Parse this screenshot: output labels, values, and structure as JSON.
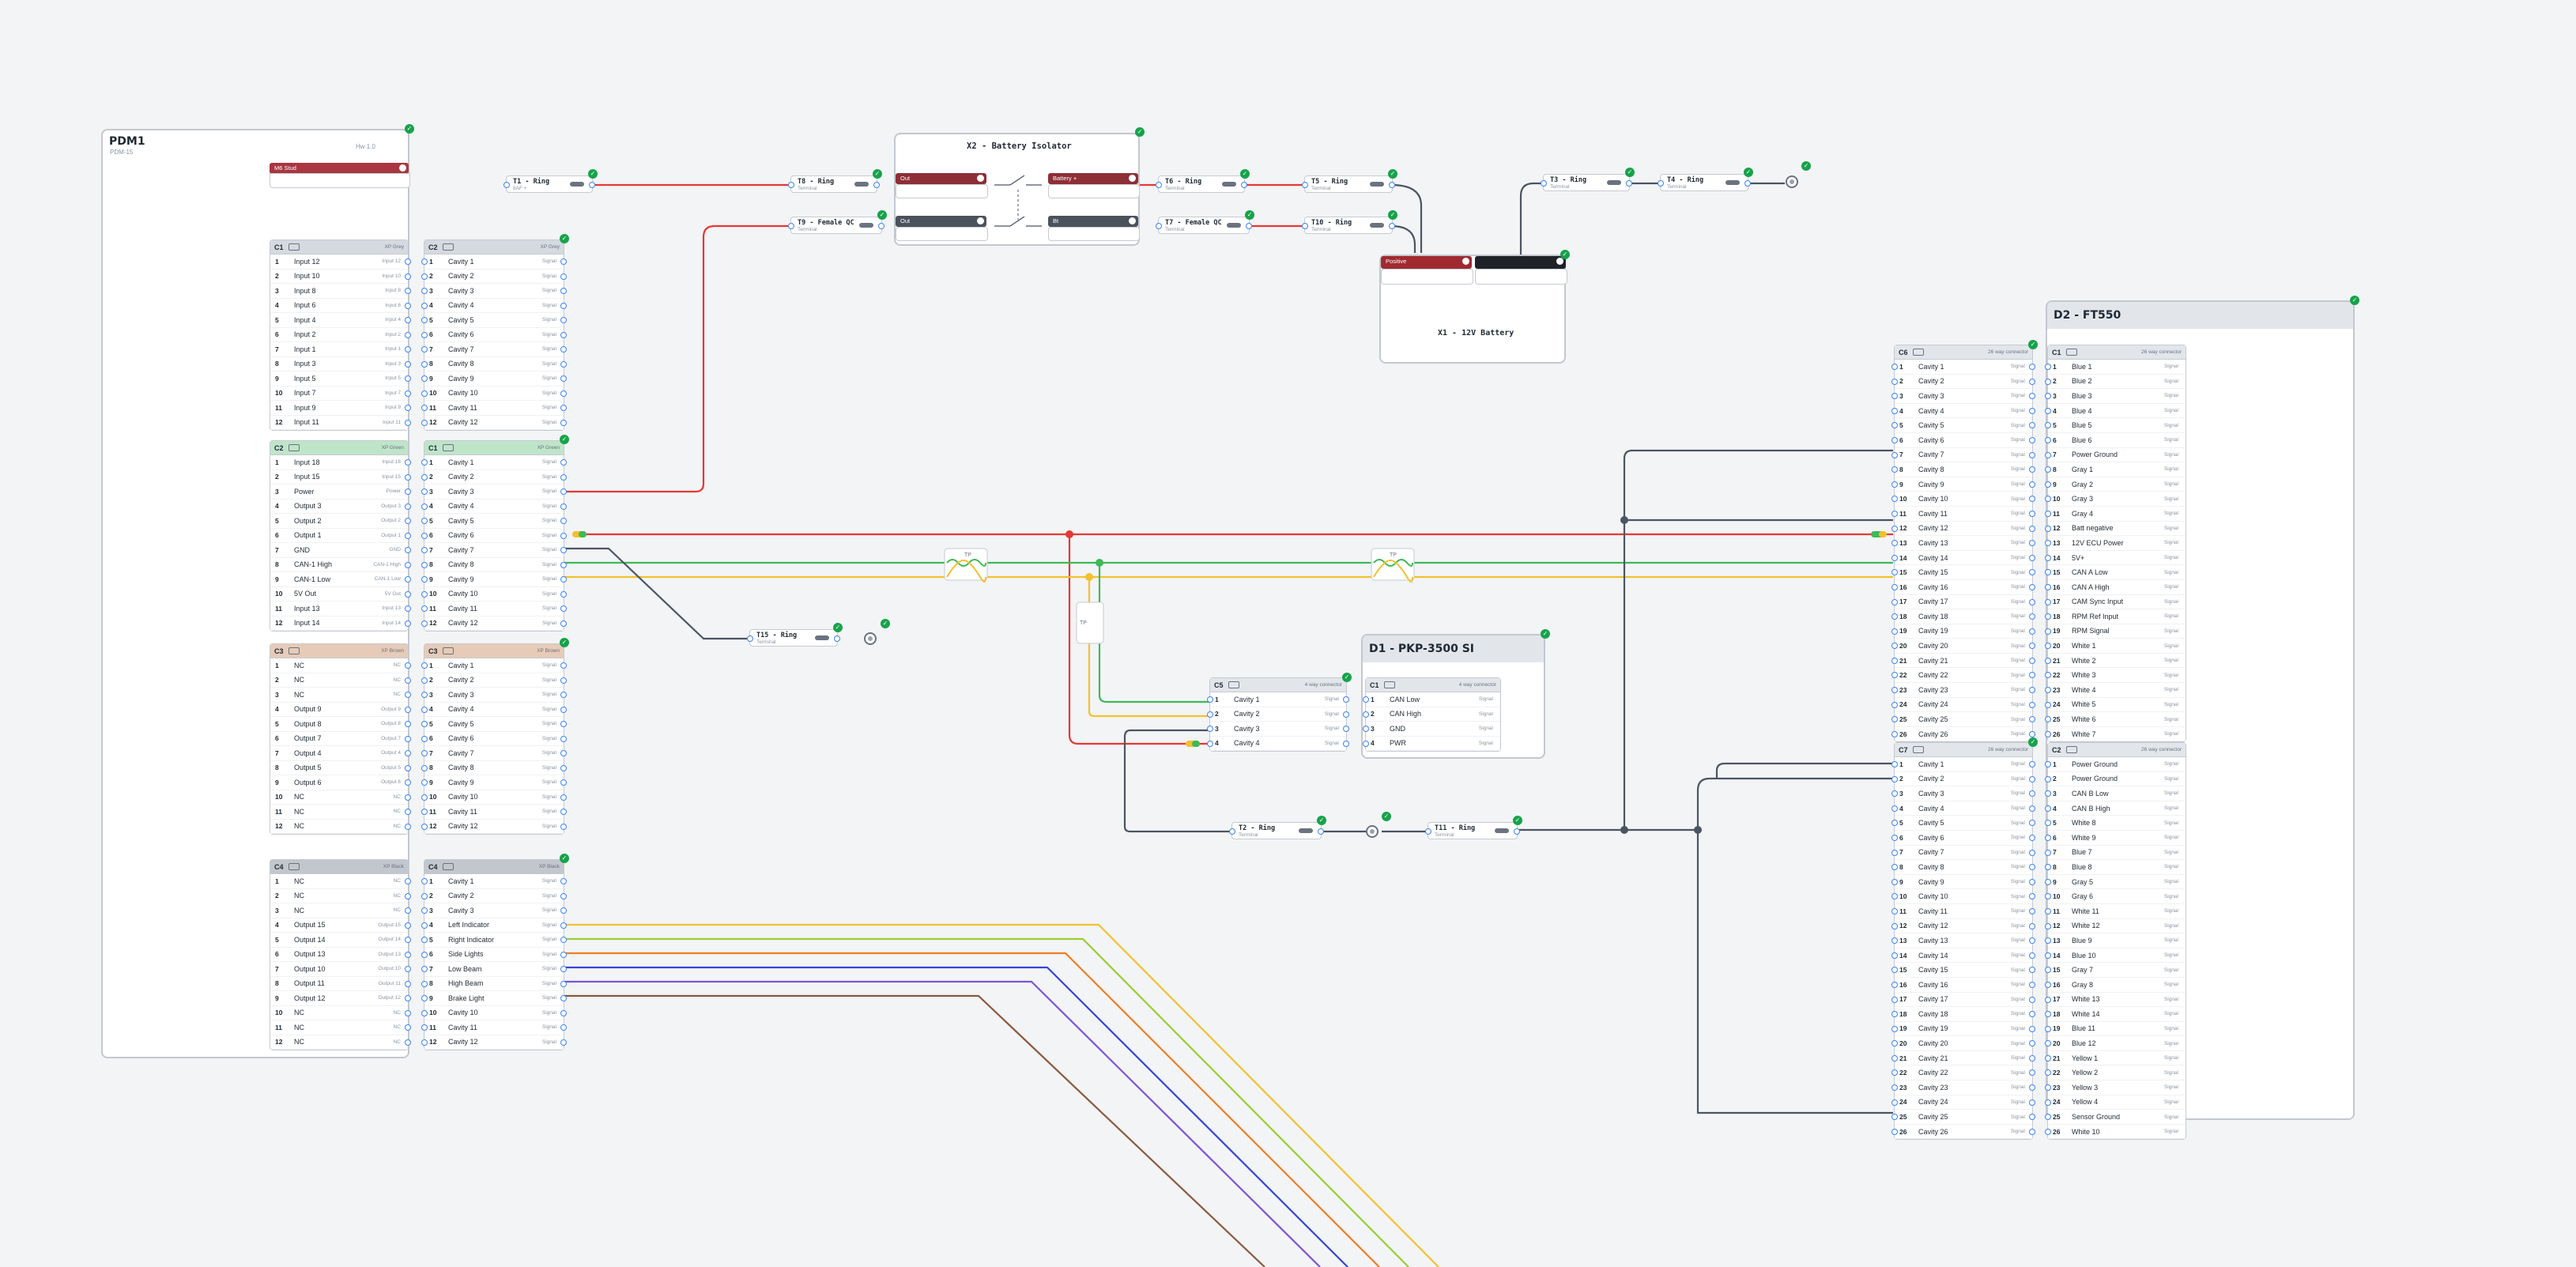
{
  "pdm": {
    "title": "PDM1",
    "subtitle": "PDM-15",
    "hw": "Hw 1.0",
    "bolt": "M6 Stud",
    "connectors": [
      {
        "name": "C1",
        "type": "XP Grey",
        "color": "#d5dae1",
        "pins": [
          "Input 12",
          "Input 10",
          "Input 8",
          "Input 6",
          "Input 4",
          "Input 2",
          "Input 1",
          "Input 3",
          "Input 5",
          "Input 7",
          "Input 9",
          "Input 11"
        ],
        "pin_types": [
          "Input 12",
          "Input 10",
          "Input 8",
          "Input 6",
          "Input 4",
          "Input 2",
          "Input 1",
          "Input 3",
          "Input 5",
          "Input 7",
          "Input 9",
          "Input 11"
        ]
      },
      {
        "name": "C2",
        "type": "XP Green",
        "color": "#bfe5c9",
        "pins": [
          "Input 18",
          "Input 15",
          "Power",
          "Output 3",
          "Output 2",
          "Output 1",
          "GND",
          "CAN-1 High",
          "CAN-1 Low",
          "5V Out",
          "Input 13",
          "Input 14"
        ],
        "pin_types": [
          "Input 18",
          "Input 15",
          "Power",
          "Output 3",
          "Output 2",
          "Output 1",
          "GND",
          "CAN-1 High",
          "CAN-1 Low",
          "5V Out",
          "Input 13",
          "Input 14"
        ]
      },
      {
        "name": "C3",
        "type": "XP Brown",
        "color": "#e6cbb8",
        "pins": [
          "NC",
          "NC",
          "NC",
          "Output 9",
          "Output 8",
          "Output 7",
          "Output 4",
          "Output 5",
          "Output 6",
          "NC",
          "NC",
          "NC"
        ],
        "pin_types": [
          "NC",
          "NC",
          "NC",
          "Output 9",
          "Output 8",
          "Output 7",
          "Output 4",
          "Output 5",
          "Output 6",
          "NC",
          "NC",
          "NC"
        ]
      },
      {
        "name": "C4",
        "type": "XP Black",
        "color": "#c2c7ce",
        "pins": [
          "NC",
          "NC",
          "NC",
          "Output 15",
          "Output 14",
          "Output 13",
          "Output 10",
          "Output 11",
          "Output 12",
          "NC",
          "NC",
          "NC"
        ],
        "pin_types": [
          "NC",
          "NC",
          "NC",
          "Output 15",
          "Output 14",
          "Output 13",
          "Output 10",
          "Output 11",
          "Output 12",
          "NC",
          "NC",
          "NC"
        ]
      }
    ]
  },
  "mating": [
    {
      "name": "C2",
      "type": "XP Grey",
      "color": "#d5dae1",
      "pins": [
        "Cavity 1",
        "Cavity 2",
        "Cavity 3",
        "Cavity 4",
        "Cavity 5",
        "Cavity 6",
        "Cavity 7",
        "Cavity 8",
        "Cavity 9",
        "Cavity 10",
        "Cavity 11",
        "Cavity 12"
      ]
    },
    {
      "name": "C1",
      "type": "XP Green",
      "color": "#bfe5c9",
      "pins": [
        "Cavity 1",
        "Cavity 2",
        "Cavity 3",
        "Cavity 4",
        "Cavity 5",
        "Cavity 6",
        "Cavity 7",
        "Cavity 8",
        "Cavity 9",
        "Cavity 10",
        "Cavity 11",
        "Cavity 12"
      ]
    },
    {
      "name": "C3",
      "type": "XP Brown",
      "color": "#e6cbb8",
      "pins": [
        "Cavity 1",
        "Cavity 2",
        "Cavity 3",
        "Cavity 4",
        "Cavity 5",
        "Cavity 6",
        "Cavity 7",
        "Cavity 8",
        "Cavity 9",
        "Cavity 10",
        "Cavity 11",
        "Cavity 12"
      ]
    },
    {
      "name": "C4",
      "type": "XP Black",
      "color": "#c2c7ce",
      "pins": [
        "Cavity 1",
        "Cavity 2",
        "Cavity 3",
        "Left Indicator",
        "Right Indicator",
        "Side Lights",
        "Low Beam",
        "High Beam",
        "Brake Light",
        "Cavity 10",
        "Cavity 11",
        "Cavity 12"
      ]
    }
  ],
  "signal_label": "Signal",
  "isolator": {
    "title": "X2 - Battery Isolator",
    "out1": "Out",
    "out2": "Out",
    "bat1": "Battery +",
    "bat2": "Bt"
  },
  "battery": {
    "title": "X1 - 12V Battery",
    "pos": "Positive",
    "neg": ""
  },
  "terminals": [
    {
      "id": "t1",
      "name": "T1 - Ring",
      "sub": "8AF +"
    },
    {
      "id": "t8",
      "name": "T8 - Ring",
      "sub": "Terminal"
    },
    {
      "id": "t9",
      "name": "T9 - Female QC",
      "sub": "Terminal"
    },
    {
      "id": "t6",
      "name": "T6 - Ring",
      "sub": "Terminal"
    },
    {
      "id": "t7",
      "name": "T7 - Female QC",
      "sub": "Terminal"
    },
    {
      "id": "t5",
      "name": "T5 - Ring",
      "sub": "Terminal"
    },
    {
      "id": "t10",
      "name": "T10 - Ring",
      "sub": "Terminal"
    },
    {
      "id": "t3",
      "name": "T3 - Ring",
      "sub": "Terminal"
    },
    {
      "id": "t4",
      "name": "T4 - Ring",
      "sub": "Terminal"
    },
    {
      "id": "t15",
      "name": "T15 - Ring",
      "sub": "Terminal"
    },
    {
      "id": "t2",
      "name": "T2 - Ring",
      "sub": "Terminal"
    },
    {
      "id": "t11",
      "name": "T11 - Ring",
      "sub": "Terminal"
    }
  ],
  "d1": {
    "title": "D1 - PKP-3500 SI",
    "c5": {
      "name": "C5",
      "type": "4 way connector",
      "pins": [
        "Cavity 1",
        "Cavity 2",
        "Cavity 3",
        "Cavity 4"
      ]
    },
    "c1": {
      "name": "C1",
      "type": "4 way connector",
      "pins": [
        "CAN Low",
        "CAN High",
        "GND",
        "PWR"
      ]
    }
  },
  "d2": {
    "title": "D2 - FT550",
    "c6": {
      "name": "C6",
      "type": "26 way connector",
      "pins": [
        "Cavity 1",
        "Cavity 2",
        "Cavity 3",
        "Cavity 4",
        "Cavity 5",
        "Cavity 6",
        "Cavity 7",
        "Cavity 8",
        "Cavity 9",
        "Cavity 10",
        "Cavity 11",
        "Cavity 12",
        "Cavity 13",
        "Cavity 14",
        "Cavity 15",
        "Cavity 16",
        "Cavity 17",
        "Cavity 18",
        "Cavity 19",
        "Cavity 20",
        "Cavity 21",
        "Cavity 22",
        "Cavity 23",
        "Cavity 24",
        "Cavity 25",
        "Cavity 26"
      ]
    },
    "c1": {
      "name": "C1",
      "type": "26 way connector",
      "pins": [
        "Blue 1",
        "Blue 2",
        "Blue 3",
        "Blue 4",
        "Blue 5",
        "Blue 6",
        "Power Ground",
        "Gray 1",
        "Gray 2",
        "Gray 3",
        "Gray 4",
        "Batt negative",
        "12V ECU Power",
        "5V+",
        "CAN A Low",
        "CAN A High",
        "CAM Sync Input",
        "RPM Ref Input",
        "RPM Signal",
        "White 1",
        "White 2",
        "White 3",
        "White 4",
        "White 5",
        "White 6",
        "White 7"
      ]
    },
    "c7": {
      "name": "C7",
      "type": "26 way connector",
      "pins": [
        "Cavity 1",
        "Cavity 2",
        "Cavity 3",
        "Cavity 4",
        "Cavity 5",
        "Cavity 6",
        "Cavity 7",
        "Cavity 8",
        "Cavity 9",
        "Cavity 10",
        "Cavity 11",
        "Cavity 12",
        "Cavity 13",
        "Cavity 14",
        "Cavity 15",
        "Cavity 16",
        "Cavity 17",
        "Cavity 18",
        "Cavity 19",
        "Cavity 20",
        "Cavity 21",
        "Cavity 22",
        "Cavity 23",
        "Cavity 24",
        "Cavity 25",
        "Cavity 26"
      ]
    },
    "c2": {
      "name": "C2",
      "type": "26 way connector",
      "pins": [
        "Power Ground",
        "Power Ground",
        "CAN B Low",
        "CAN B High",
        "White 8",
        "White 9",
        "Blue 7",
        "Blue 8",
        "Gray 5",
        "Gray 6",
        "White 11",
        "White 12",
        "Blue 9",
        "Blue 10",
        "Gray 7",
        "Gray 8",
        "White 13",
        "White 14",
        "Blue 11",
        "Blue 12",
        "Yellow 1",
        "Yellow 2",
        "Yellow 3",
        "Yellow 4",
        "Sensor Ground",
        "White 10"
      ]
    }
  },
  "colors": {
    "red": "#e53935",
    "green": "#3dba57",
    "yellow": "#f2c12e",
    "dark": "#4b5563",
    "orange": "#ef7d22",
    "blue": "#3446d6",
    "purple": "#7b55d6",
    "brown": "#8a5a3c",
    "lime": "#9acd32"
  }
}
